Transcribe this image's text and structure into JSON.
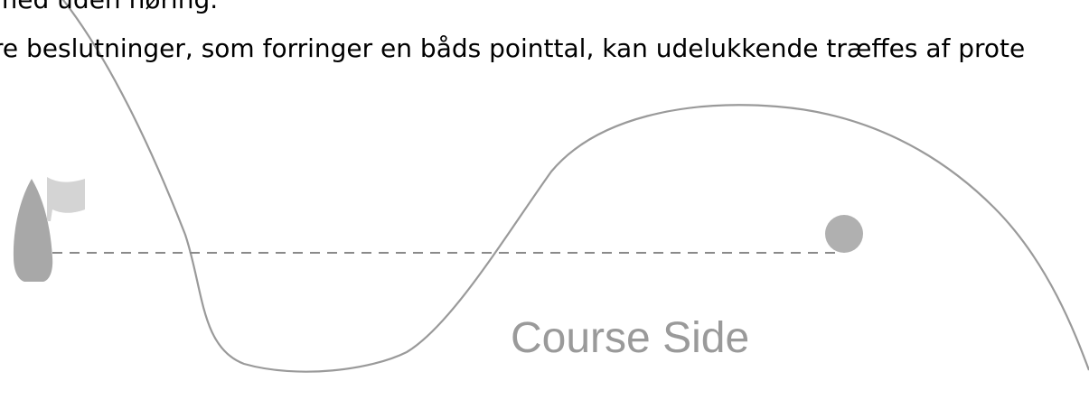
{
  "text": {
    "line_1": "med uden høring.",
    "line_2": "re beslutninger, som forringer en båds pointtal, kan udelukkende træffes af prote"
  },
  "diagram": {
    "label": "Course Side",
    "colors": {
      "boat": "#a8a8a8",
      "flag": "#d4d4d4",
      "path": "#9a9a9a",
      "dashed_line": "#8a8a8a",
      "mark": "#b0b0b0",
      "label": "#9a9a9a"
    },
    "elements": [
      "boat",
      "flag",
      "mark",
      "dashed-start-line",
      "boat-track"
    ]
  }
}
